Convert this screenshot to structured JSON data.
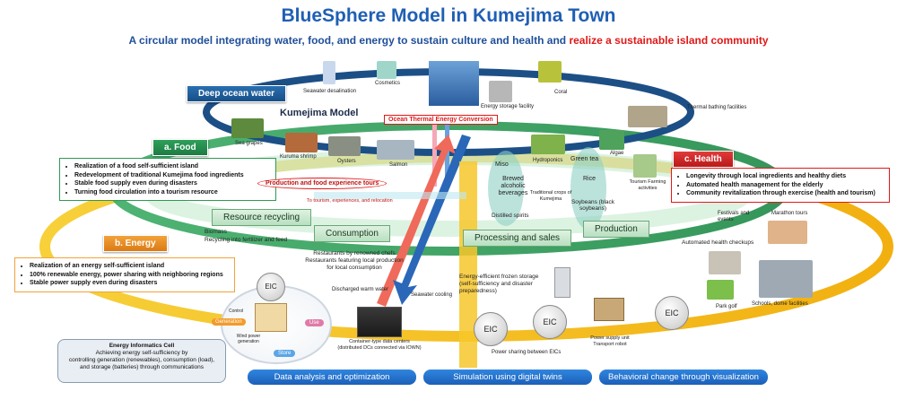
{
  "header": {
    "title": "BlueSphere Model in Kumejima Town",
    "subtitle_main": "A circular model integrating water, food, and energy to sustain culture and health and ",
    "subtitle_highlight": "realize a sustainable island community"
  },
  "center": {
    "model_name": "Kumejima Model",
    "otec_label": "Ocean Thermal Energy Conversion"
  },
  "labels": {
    "deep_ocean_water": "Deep ocean water",
    "food": "a. Food",
    "energy": "b. Energy",
    "health": "c. Health",
    "resource_recycling": "Resource recycling",
    "consumption": "Consumption",
    "processing_and_sales": "Processing and sales",
    "production": "Production"
  },
  "boxes": {
    "food": [
      "Realization of a food self-sufficient island",
      "Redevelopment of traditional Kumejima food ingredients",
      "Stable food supply even during disasters",
      "Turning food circulation into a tourism resource"
    ],
    "energy": [
      "Realization of an energy self-sufficient island",
      "100% renewable energy, power sharing with neighboring regions",
      "Stable power supply even during disasters"
    ],
    "health": [
      "Longevity through local ingredients and healthy diets",
      "Automated health management for the elderly",
      "Community revitalization through exercise (health and tourism)"
    ]
  },
  "items": {
    "seawater_desalination": "Seawater desalination",
    "cosmetics": "Cosmetics",
    "energy_storage_facility": "Energy storage facility",
    "coral": "Coral",
    "thermal_bathing": "Thermal bathing facilities",
    "sea_grapes": "Sea grapes",
    "kuruma_shrimp": "Kuruma shrimp",
    "oysters": "Oysters",
    "salmon": "Salmon",
    "miso": "Miso",
    "brewed_beverages": "Brewed alcoholic beverages",
    "hydroponics": "Hydroponics",
    "green_tea": "Green tea",
    "algae": "Algae",
    "rice": "Rice",
    "tourism_farming": "Tourism Farming activities",
    "traditional_crops": "Traditional crops of Kumejima",
    "soybeans": "Soybeans (black soybeans)",
    "distilled_spirits": "Distilled spirits",
    "production_tours": "Production and food experience tours",
    "to_tourism": "To tourism, experiences, and relocation",
    "festivals": "Festivals and events",
    "marathon": "Marathon tours",
    "biomass": "Biomass",
    "recycling": "Recycling into fertilizer and feed",
    "restaurants_1": "Restaurants by renowned chefs",
    "restaurants_2": "Restaurants featuring local production",
    "restaurants_3": "for local consumption",
    "frozen_storage_1": "Energy-efficient frozen storage",
    "frozen_storage_2": "(self-sufficiency and disaster",
    "frozen_storage_3": "preparedness)",
    "health_checkups": "Automated health checkups",
    "discharged_water": "Discharged warm water",
    "seawater_cooling": "Seawater cooling",
    "power_supply_unit": "Power supply unit",
    "transport_robot": "Transport robot",
    "park_golf": "Park golf",
    "schools_dome": "Schools, dome facilities",
    "container_dc_1": "Container-type data centers",
    "container_dc_2": "(distributed DCs connected via IOWN)",
    "power_sharing": "Power sharing between EICs",
    "eic": "EIC",
    "control": "Control",
    "generation": "Generation",
    "use": "Use",
    "store": "Store",
    "wind_power": "Wind power generation"
  },
  "eic_cell": {
    "title": "Energy Informatics Cell",
    "line1": "Achieving energy self-sufficiency by",
    "line2": "controlling generation (renewables), consumption (load),",
    "line3": "and storage (batteries) through communications"
  },
  "bottom_buttons": [
    "Data analysis and optimization",
    "Simulation using digital twins",
    "Behavioral change through visualization"
  ],
  "colors": {
    "title_blue": "#1f5fb4",
    "highlight_red": "#e01818",
    "ring_navy": "#1c4f86",
    "ring_green": "#3aa35f",
    "ring_yellow": "#f4c21a",
    "arrow_red": "#ef6a5a",
    "arrow_blue": "#2a67b8"
  }
}
